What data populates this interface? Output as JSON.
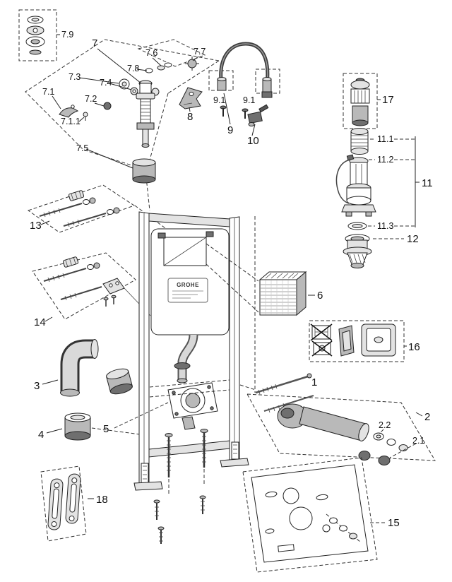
{
  "diagram": {
    "kind": "exploded-parts-diagram",
    "parts_list": [
      "1",
      "2",
      "2.1",
      "2.2",
      "3",
      "4",
      "5",
      "6",
      "7",
      "7.1",
      "7.1.1",
      "7.2",
      "7.3",
      "7.4",
      "7.5",
      "7.6",
      "7.7",
      "7.8",
      "7.9",
      "8",
      "9",
      "9.1",
      "10",
      "11",
      "11.1",
      "11.2",
      "11.3",
      "12",
      "13",
      "14",
      "15",
      "16",
      "17",
      "18"
    ],
    "labels": {
      "l7_9": "7.9",
      "l7": "7",
      "l7_6": "7.6",
      "l7_7": "7.7",
      "l7_8": "7.8",
      "l7_3": "7.3",
      "l7_4": "7.4",
      "l7_1": "7.1",
      "l7_2": "7.2",
      "l7_1_1": "7.1.1",
      "l7_5": "7.5",
      "l8": "8",
      "l9": "9",
      "l9_1a": "9.1",
      "l9_1b": "9.1",
      "l10": "10",
      "l17": "17",
      "l11_1": "11.1",
      "l11_2": "11.2",
      "l11": "11",
      "l11_3": "11.3",
      "l12": "12",
      "l13": "13",
      "l14": "14",
      "l3": "3",
      "l4": "4",
      "l5": "5",
      "l6": "6",
      "l16": "16",
      "l1": "1",
      "l2": "2",
      "l2_2": "2.2",
      "l2_1": "2.1",
      "l18": "18",
      "l15": "15",
      "brand": "GROHE"
    },
    "colors": {
      "background": "#ffffff",
      "line": "#222222",
      "gray_light": "#e3e3e3",
      "gray_mid": "#b9b9b9",
      "gray_dark": "#6f6f6f"
    }
  }
}
